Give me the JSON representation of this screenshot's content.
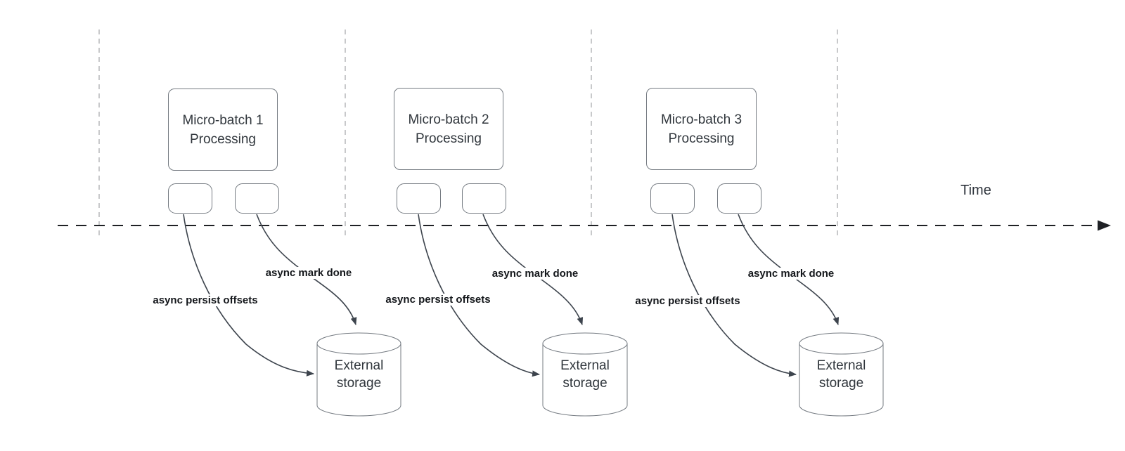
{
  "canvas": {
    "background": "#ffffff"
  },
  "diagram": {
    "time_axis": {
      "label": "Time"
    },
    "batches": [
      {
        "title": "Micro-batch 1 Processing",
        "persist_label": "async persist offsets",
        "done_label": "async mark done",
        "storage_label": "External storage"
      },
      {
        "title": "Micro-batch 2 Processing",
        "persist_label": "async persist offsets",
        "done_label": "async mark done",
        "storage_label": "External storage"
      },
      {
        "title": "Micro-batch 3 Processing",
        "persist_label": "async persist offsets",
        "done_label": "async mark done",
        "storage_label": "External storage"
      }
    ],
    "colors": {
      "box_stroke": "#757b82",
      "connector_stroke": "#3d444d",
      "timeline_stroke": "#1f2125",
      "guide_stroke": "#b5b7ba",
      "title_text": "#30363c",
      "connector_label_text": "#14171b",
      "time_text": "#2f353d"
    }
  }
}
